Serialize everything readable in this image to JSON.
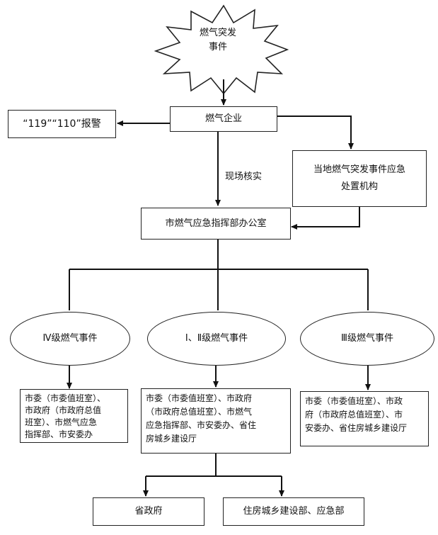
{
  "nodes": {
    "burst": [
      "燃气突发",
      "事件"
    ],
    "alarm": "“119”“110”报警",
    "gas_company": "燃气企业",
    "local_agency": [
      "当地燃气突发事件应急",
      "处置机构"
    ],
    "verify_label": "现场核实",
    "city_office": "市燃气应急指挥部办公室",
    "level4": "Ⅳ级燃气事件",
    "level12": "Ⅰ、Ⅱ级燃气事件",
    "level3": "Ⅲ级燃气事件",
    "box4": [
      "市委（市委值班室）、",
      "市政府（市政府总值",
      "班室）、市燃气应急",
      "指挥部、市安委办"
    ],
    "box12": [
      "市委（市委值班室）、市政府",
      "（市政府总值班室）、市燃气",
      "应急指挥部、市安委办、省住",
      "房城乡建设厅"
    ],
    "box3": [
      "市委（市委值班室）、市政",
      "府（市政府总值班室）、市",
      "安委办、省住房城乡建设厅"
    ],
    "provincial_gov": "省政府",
    "ministries": "住房城乡建设部、应急部"
  }
}
